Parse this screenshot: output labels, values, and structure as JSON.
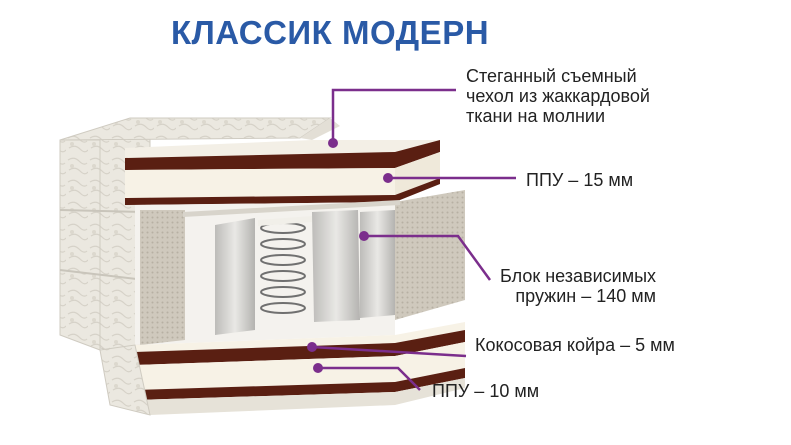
{
  "title": "КЛАССИК МОДЕРН",
  "labels": {
    "cover": "Стеганный съемный\nчехол из жаккардовой\nткани на молнии",
    "ppu_top": "ППУ – 15 мм",
    "springs": "Блок независимых\nпружин – 140 мм",
    "coir": "Кокосовая койра – 5 мм",
    "ppu_bottom": "ППУ – 10 мм"
  },
  "colors": {
    "title": "#2a5aa6",
    "leader": "#7b2e8c",
    "coir": "#5a1f12",
    "foam": "#f7f2e6",
    "fabric": "#ece9e1"
  }
}
